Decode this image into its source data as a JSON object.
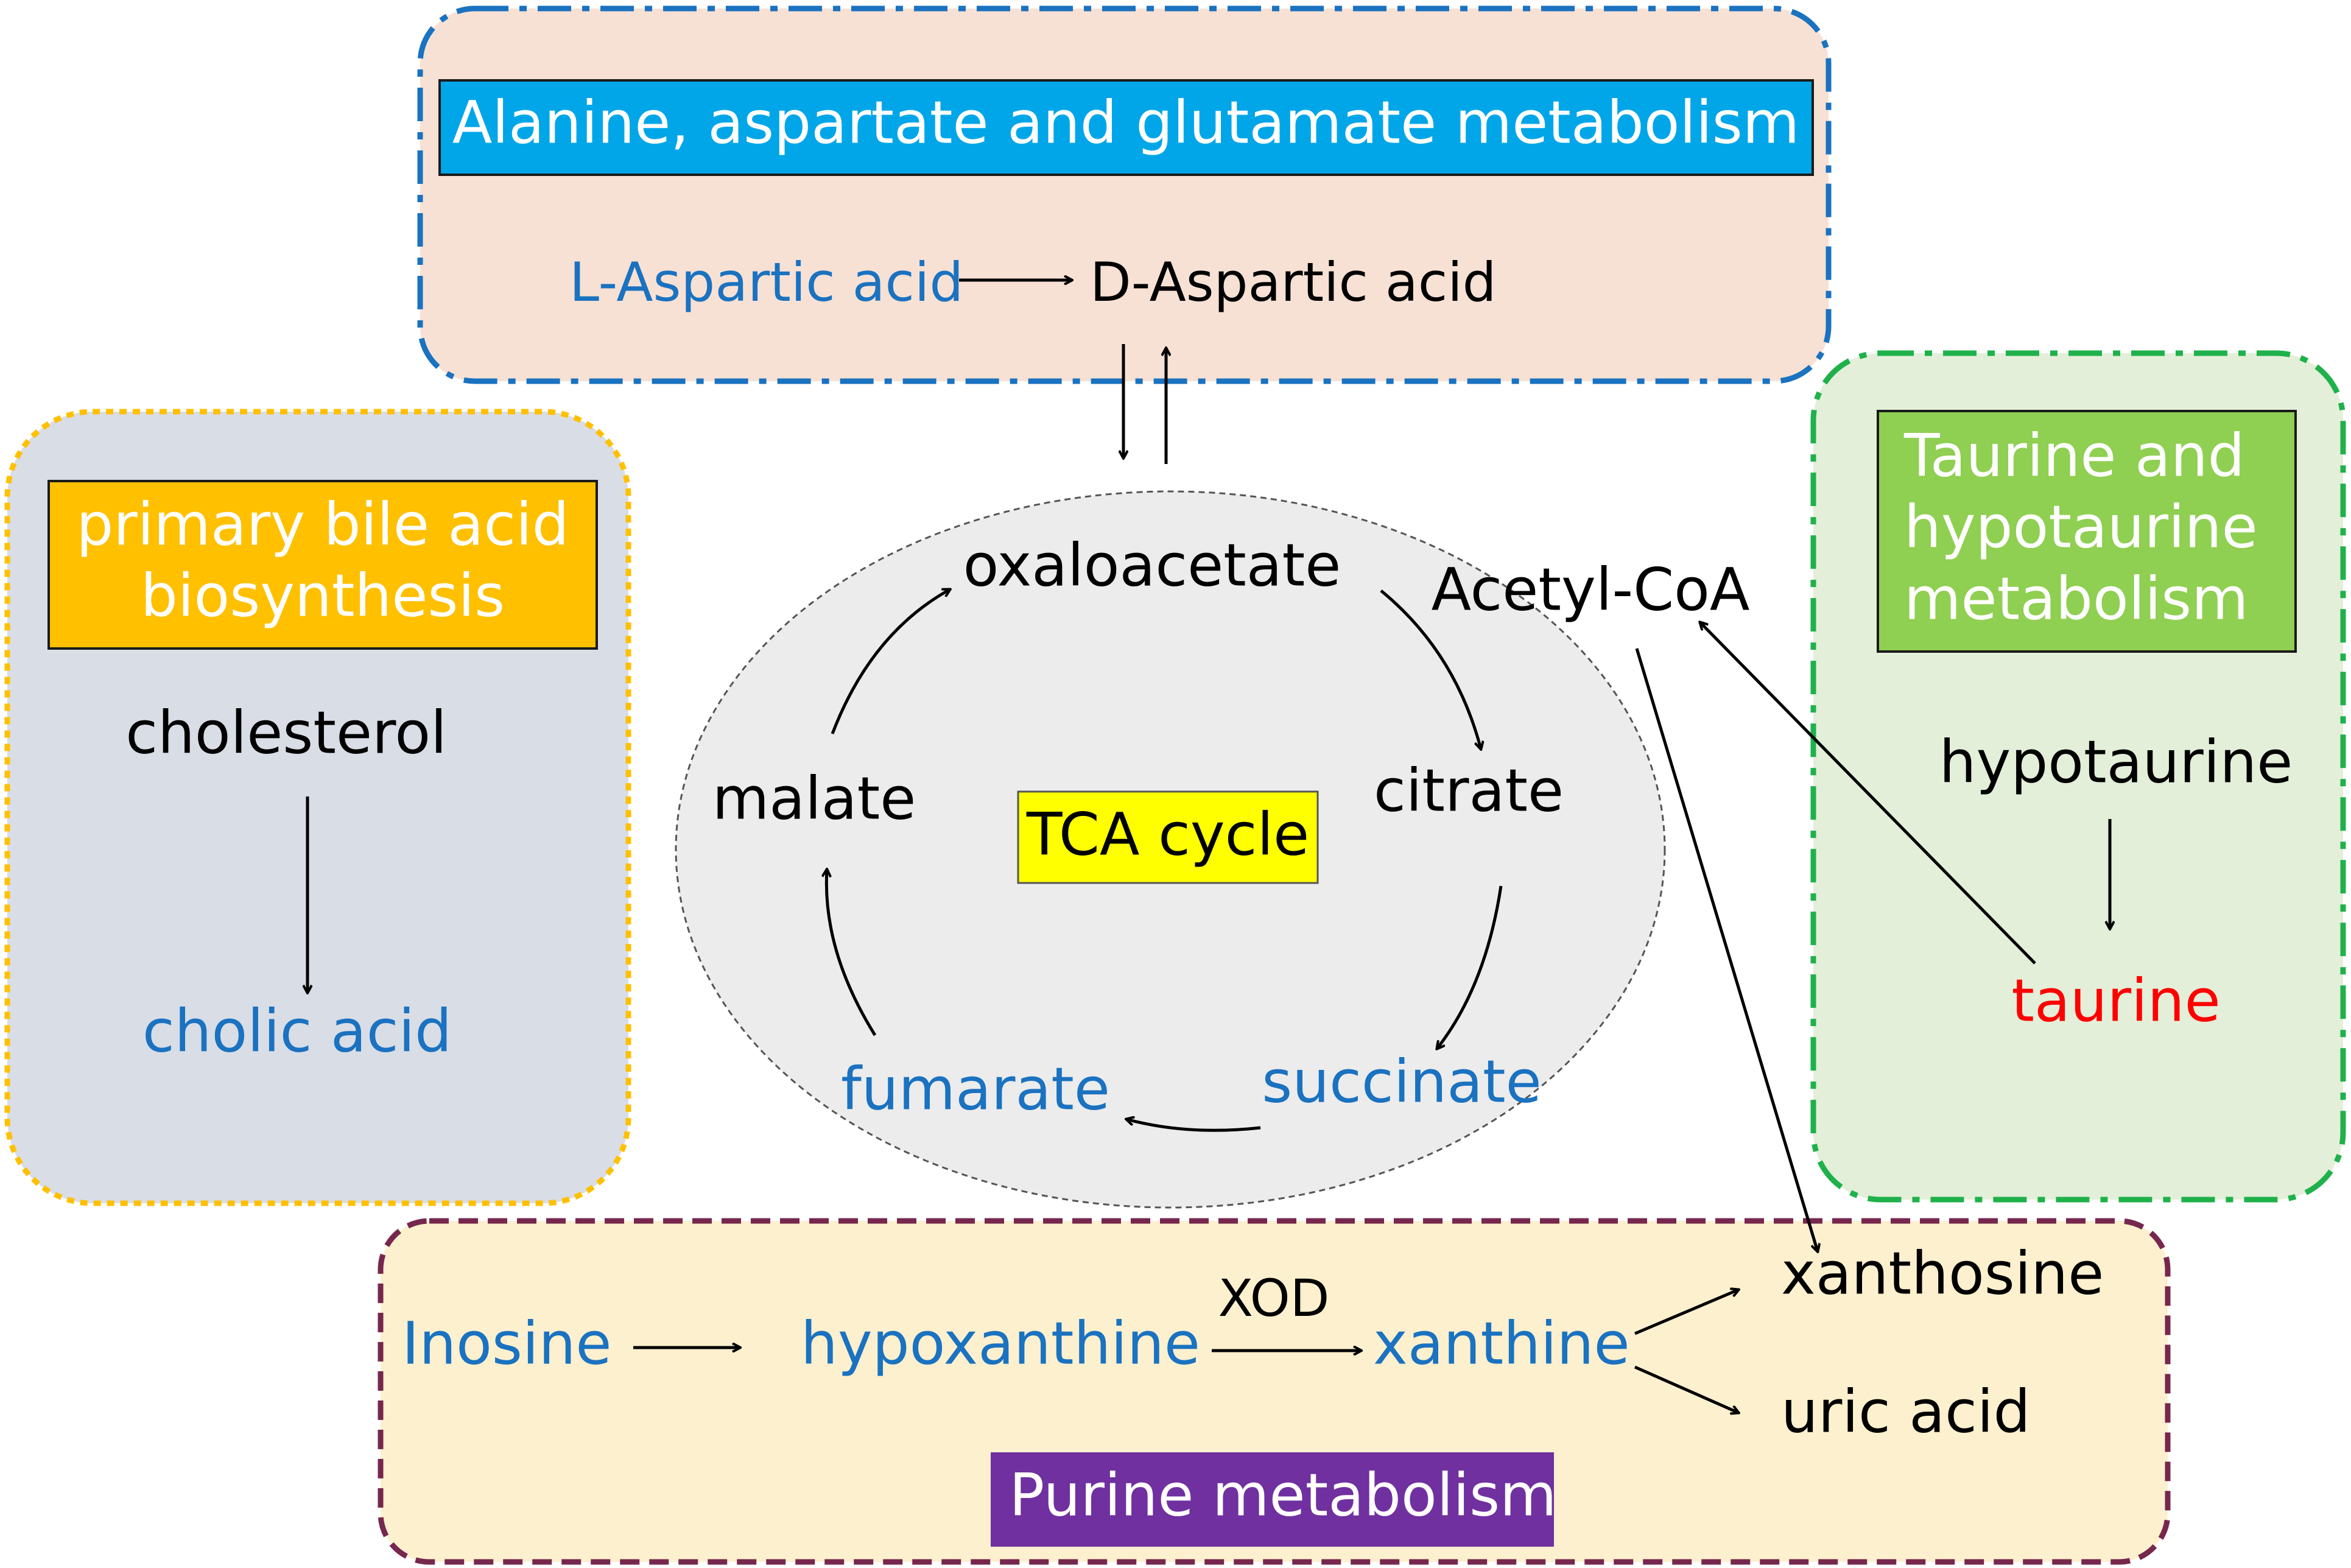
{
  "colors": {
    "blue_text": "#1a72c0",
    "red_text": "#ff0000",
    "black_text": "#000000",
    "white_text": "#ffffff",
    "alanine_box_bg": "#f7e1d4",
    "alanine_box_border": "#1a72c0",
    "alanine_title_bg": "#00a6e8",
    "bile_box_bg": "#d9dde6",
    "bile_box_border": "#ffc000",
    "bile_title_bg": "#ffc000",
    "taurine_box_bg": "#e3efd9",
    "taurine_box_border": "#1fb14b",
    "taurine_title_bg": "#8fcf51",
    "purine_box_bg": "#fdf0ce",
    "purine_box_border": "#76274d",
    "purine_title_bg": "#7030a0",
    "tca_ellipse_bg": "#ececec",
    "tca_label_bg": "#ffff00"
  },
  "alanine": {
    "title": "Alanine, aspartate and glutamate metabolism",
    "l_aspartic": "L-Aspartic acid",
    "d_aspartic": "D-Aspartic acid"
  },
  "bile": {
    "title_line1": "primary bile acid",
    "title_line2": "biosynthesis",
    "cholesterol": "cholesterol",
    "cholic_acid": "cholic acid"
  },
  "taurine_box": {
    "title_line1": "Taurine and",
    "title_line2": "hypotaurine",
    "title_line3": "metabolism",
    "hypotaurine": "hypotaurine",
    "taurine": "taurine"
  },
  "tca": {
    "label": "TCA cycle",
    "oxaloacetate": "oxaloacetate",
    "citrate": "citrate",
    "succinate": "succinate",
    "fumarate": "fumarate",
    "malate": "malate",
    "acetyl_coa": "Acetyl-CoA"
  },
  "purine": {
    "title": "Purine metabolism",
    "inosine": "Inosine",
    "hypoxanthine": "hypoxanthine",
    "xod": "XOD",
    "xanthine": "xanthine",
    "xanthosine": "xanthosine",
    "uric_acid": "uric acid"
  }
}
